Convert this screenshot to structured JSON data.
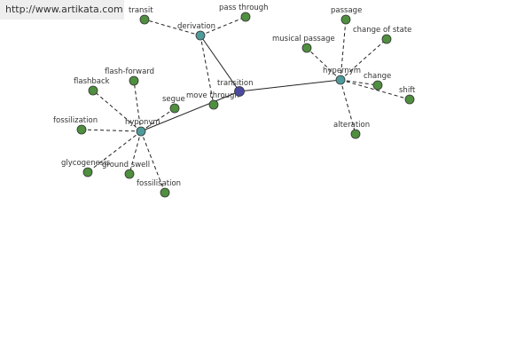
{
  "banner": {
    "text": "http://www.artikata.com"
  },
  "colors": {
    "center": "#4a4aa0",
    "hub": "#4f9a9a",
    "leaf": "#4f8f3f"
  },
  "graph": {
    "center": {
      "id": "transition",
      "label": "transition"
    },
    "hubs": [
      {
        "id": "derivation",
        "label": "derivation"
      },
      {
        "id": "hypernym",
        "label": "hypernym"
      },
      {
        "id": "hyponym",
        "label": "hyponym"
      }
    ],
    "leaves": [
      {
        "id": "transit",
        "label": "transit",
        "parent": "derivation"
      },
      {
        "id": "pass-through",
        "label": "pass through",
        "parent": "derivation"
      },
      {
        "id": "move-through",
        "label": "move through",
        "parent": "derivation"
      },
      {
        "id": "passage",
        "label": "passage",
        "parent": "hypernym"
      },
      {
        "id": "change-of-state",
        "label": "change of state",
        "parent": "hypernym"
      },
      {
        "id": "musical-passage",
        "label": "musical passage",
        "parent": "hypernym"
      },
      {
        "id": "change",
        "label": "change",
        "parent": "hypernym"
      },
      {
        "id": "shift",
        "label": "shift",
        "parent": "hypernym"
      },
      {
        "id": "alteration",
        "label": "alteration",
        "parent": "hypernym"
      },
      {
        "id": "flash-forward",
        "label": "flash-forward",
        "parent": "hyponym"
      },
      {
        "id": "flashback",
        "label": "flashback",
        "parent": "hyponym"
      },
      {
        "id": "segue",
        "label": "segue",
        "parent": "hyponym"
      },
      {
        "id": "fossilization",
        "label": "fossilization",
        "parent": "hyponym"
      },
      {
        "id": "glycogenesis",
        "label": "glycogenesis",
        "parent": "hyponym"
      },
      {
        "id": "ground-swell",
        "label": "ground swell",
        "parent": "hyponym"
      },
      {
        "id": "fossilisation",
        "label": "fossilisation",
        "parent": "hyponym"
      }
    ]
  }
}
